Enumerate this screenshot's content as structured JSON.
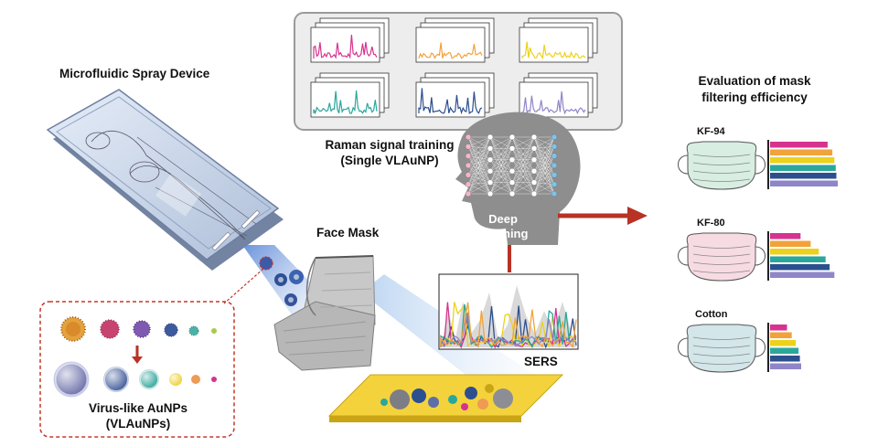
{
  "labels": {
    "device": "Microfluidic Spray Device",
    "raman_line1": "Raman signal training",
    "raman_line2": "(Single VLAuNP)",
    "deep_line1": "Deep",
    "deep_line2": "Learning",
    "face_mask": "Face Mask",
    "sers": "SERS",
    "vlaunp_line1": "Virus-like AuNPs",
    "vlaunp_line2": "(VLAuNPs)",
    "eval_line1": "Evaluation of mask",
    "eval_line2": "filtering efficiency"
  },
  "raman_stack_colors": [
    "#d6338f",
    "#f2a23a",
    "#ecd21c",
    "#2aa79b",
    "#2c4f8f",
    "#8f86c9"
  ],
  "masks": [
    {
      "name": "KF-94",
      "color": "#d9eee2",
      "bars": [
        0.85,
        0.92,
        0.95,
        0.97,
        0.98,
        1.0
      ]
    },
    {
      "name": "KF-80",
      "color": "#f7dbe3",
      "bars": [
        0.45,
        0.6,
        0.72,
        0.82,
        0.88,
        0.95
      ]
    },
    {
      "name": "Cotton",
      "color": "#d3e6ea",
      "bars": [
        0.25,
        0.32,
        0.38,
        0.42,
        0.44,
        0.46
      ]
    }
  ],
  "bar_colors": [
    "#d6338f",
    "#f2a23a",
    "#ecd21c",
    "#2aa79b",
    "#2c4f8f",
    "#8f86c9"
  ],
  "colors": {
    "arrow_red": "#b83226",
    "head_gray": "#8e8e8e",
    "dashed_box": "#c0392b",
    "sers_substrate": "#f4d23c"
  }
}
